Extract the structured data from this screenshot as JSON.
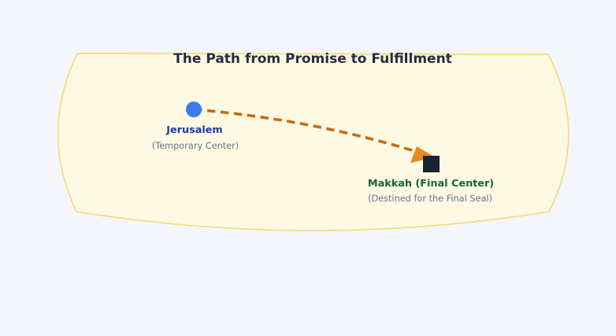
{
  "diagram": {
    "title": "The Path from Promise to Fulfillment",
    "origin": {
      "label": "Jerusalem",
      "sublabel": "(Temporary Center)"
    },
    "destination": {
      "label": "Makkah (Final Center)",
      "sublabel": "(Destined for the Final Seal)"
    }
  },
  "colors": {
    "page_background": "#f4f6fb",
    "region_fill": "#fdf9e3",
    "region_border": "#f5d97a",
    "title_text": "#232e41",
    "origin_marker": "#3b7ceb",
    "origin_text": "#1e3aa8",
    "destination_marker": "#192231",
    "destination_text": "#166534",
    "sublabel_text": "#64748b",
    "path_stroke": "#c96a10",
    "arrowhead_fill": "#e68a1e"
  }
}
